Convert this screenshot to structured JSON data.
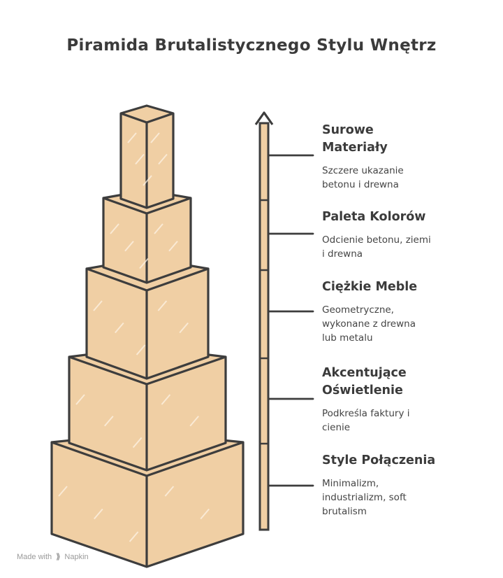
{
  "title": "Piramida Brutalistycznego Stylu Wnętrz",
  "levels": [
    {
      "title": "Surowe\nMateriały",
      "description": "Szczere ukazanie\nbetonu i drewna"
    },
    {
      "title": "Paleta Kolorów",
      "description": "Odcienie betonu, ziemi\ni drewna"
    },
    {
      "title": "Ciężkie Meble",
      "description": "Geometryczne,\nwykonane z drewna\nlub metalu"
    },
    {
      "title": "Akcentujące\nOświetlenie",
      "description": "Podkreśla faktury i\ncienie"
    },
    {
      "title": "Style Połączenia",
      "description": "Minimalizm,\nindustrializm, soft\nbrutalism"
    }
  ],
  "footer": {
    "made_with": "Made with",
    "brand": "Napkin"
  },
  "colors": {
    "block_fill": "#f0cfa4",
    "block_stroke": "#3d3d3d",
    "text": "#3b3b3b",
    "arrow_fill": "#f0cfa4"
  }
}
